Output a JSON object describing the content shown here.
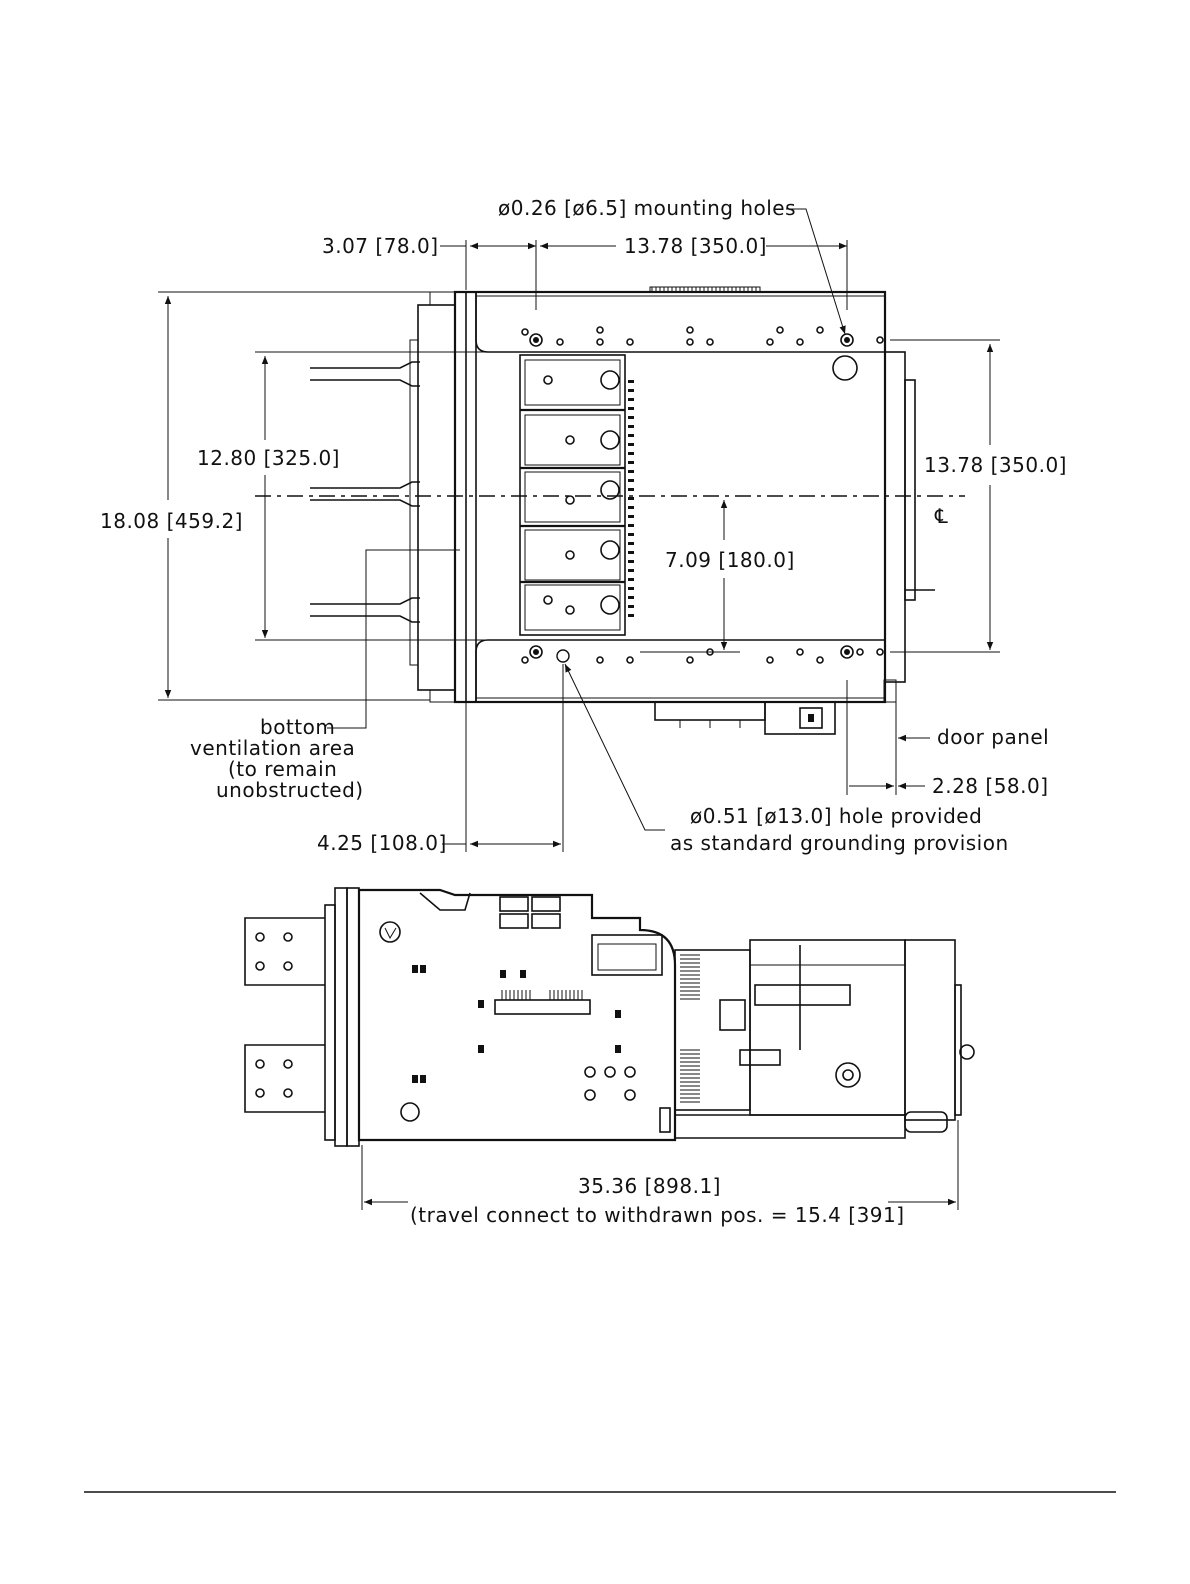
{
  "top_view": {
    "labels": {
      "mounting_holes": "ø0.26 [ø6.5] mounting holes",
      "dim_3_07": "3.07 [78.0]",
      "dim_13_78_top": "13.78 [350.0]",
      "dim_12_80": "12.80 [325.0]",
      "dim_18_08": "18.08 [459.2]",
      "dim_13_78_right": "13.78 [350.0]",
      "centerline": "℄",
      "dim_7_09": "7.09 [180.0]",
      "bottom_vent_1": "bottom",
      "bottom_vent_2": "ventilation area",
      "bottom_vent_3": "(to remain",
      "bottom_vent_4": "unobstructed)",
      "door_panel": "door panel",
      "dim_2_28": "2.28 [58.0]",
      "grounding_1": "ø0.51 [ø13.0] hole provided",
      "grounding_2": "as standard grounding provision",
      "dim_4_25": "4.25 [108.0]"
    }
  },
  "side_view": {
    "labels": {
      "dim_35_36": "35.36 [898.1]",
      "travel_note": "(travel connect to withdrawn pos. = 15.4 [391]"
    }
  },
  "colors": {
    "ink": "#111111",
    "paper": "#ffffff"
  }
}
